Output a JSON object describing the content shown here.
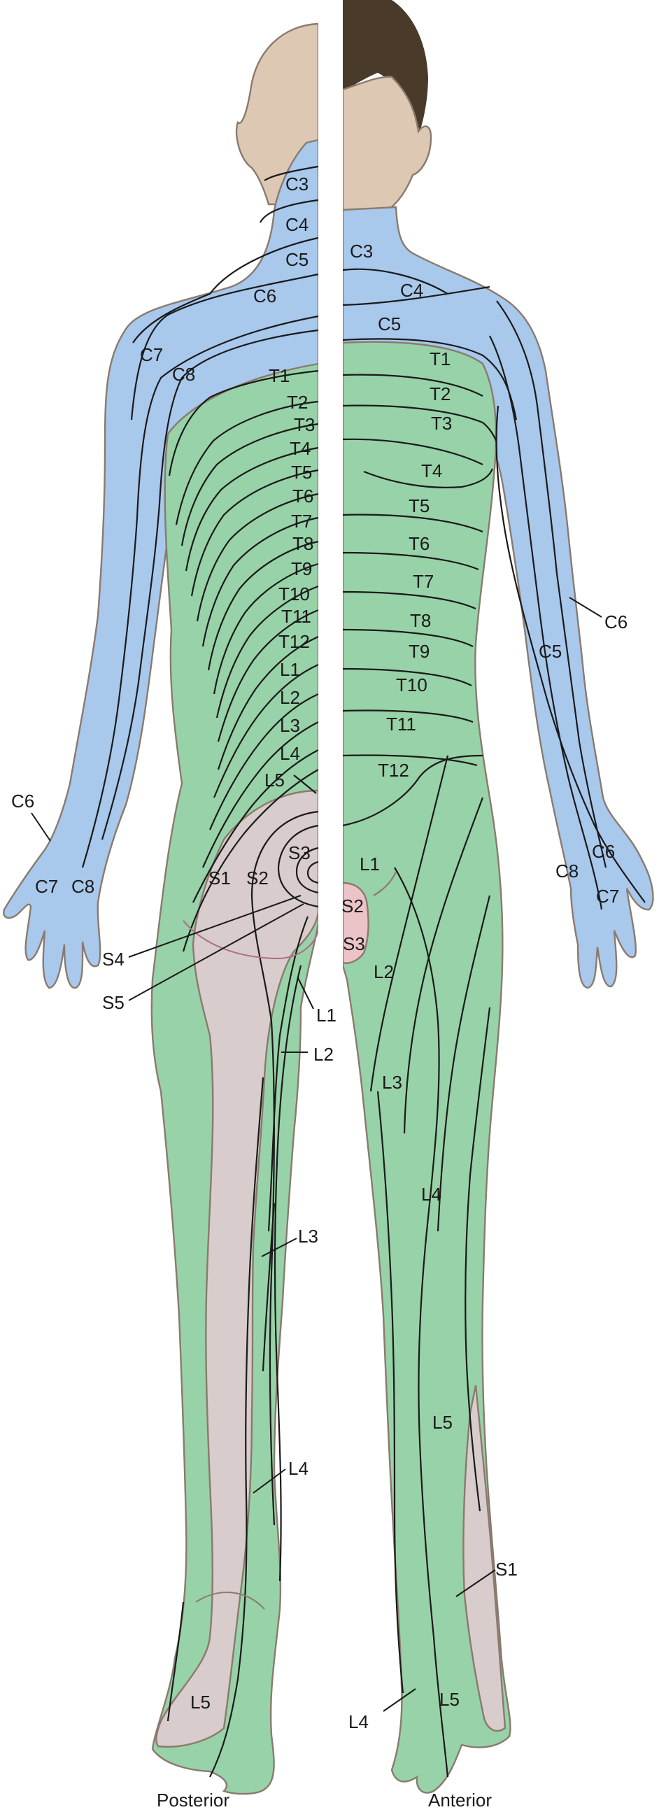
{
  "colors": {
    "cervical": "#a8c8ec",
    "thoracic_lumbar": "#98d2a8",
    "sacral": "#d8cccc",
    "sacral_anterior": "#ecc4c8",
    "skin": "#ddc8b4",
    "hair": "#4a3a2a",
    "outline": "#8a7a6e"
  },
  "captions": {
    "posterior": "Posterior",
    "anterior": "Anterior"
  },
  "posterior_labels": [
    "C3",
    "C4",
    "C5",
    "C6",
    "C7",
    "C8",
    "T1",
    "T2",
    "T3",
    "T4",
    "T5",
    "T6",
    "T7",
    "T8",
    "T9",
    "T10",
    "T11",
    "T12",
    "L1",
    "L2",
    "L3",
    "L4",
    "L5",
    "S3",
    "S1",
    "S2",
    "S4",
    "S5",
    "L1",
    "L2",
    "L3",
    "L4",
    "L5",
    "C6",
    "C7",
    "C8"
  ],
  "anterior_labels": [
    "C3",
    "C4",
    "C5",
    "T1",
    "T2",
    "T3",
    "T4",
    "T5",
    "T6",
    "T7",
    "T8",
    "T9",
    "T10",
    "T11",
    "T12",
    "L1",
    "S2",
    "S3",
    "L2",
    "L3",
    "L4",
    "L5",
    "S1",
    "L5",
    "L4",
    "C6",
    "C5",
    "C6",
    "C8",
    "C7"
  ]
}
